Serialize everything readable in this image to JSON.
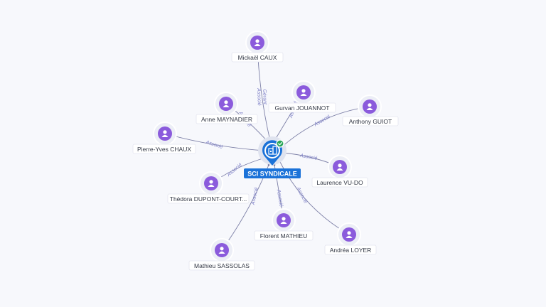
{
  "center": {
    "label": "SCI SYNDICALE",
    "icon": "company-building-icon",
    "badge_icon": "verified-check-icon",
    "color": "#1b72d8"
  },
  "colors": {
    "person": "#8b5bdc",
    "edge": "#7c7fa6",
    "edge_label": "#7d7fc7",
    "check": "#2aa65a"
  },
  "persons": [
    {
      "name": "Mickaël CAUX",
      "relation": "Gérant\nAssocié",
      "icon": "person-icon"
    },
    {
      "name": "Gurvan JOUANNOT",
      "relation": "Associé",
      "icon": "person-icon"
    },
    {
      "name": "Anne MAYNADIER",
      "relation": "Associé",
      "icon": "person-icon"
    },
    {
      "name": "Anthony GUIOT",
      "relation": "Associé",
      "icon": "person-icon"
    },
    {
      "name": "Pierre-Yves CHAUX",
      "relation": "Associé",
      "icon": "person-icon"
    },
    {
      "name": "Laurence VU-DO",
      "relation": "Associé",
      "icon": "person-icon"
    },
    {
      "name": "Thédora DUPONT-COURT...",
      "relation": "Associé",
      "icon": "person-icon"
    },
    {
      "name": "Florent MATHIEU",
      "relation": "Associé",
      "icon": "person-icon"
    },
    {
      "name": "Andréa LOYER",
      "relation": "Associé",
      "icon": "person-icon"
    },
    {
      "name": "Mathieu SASSOLAS",
      "relation": "Associé",
      "icon": "person-icon"
    }
  ]
}
